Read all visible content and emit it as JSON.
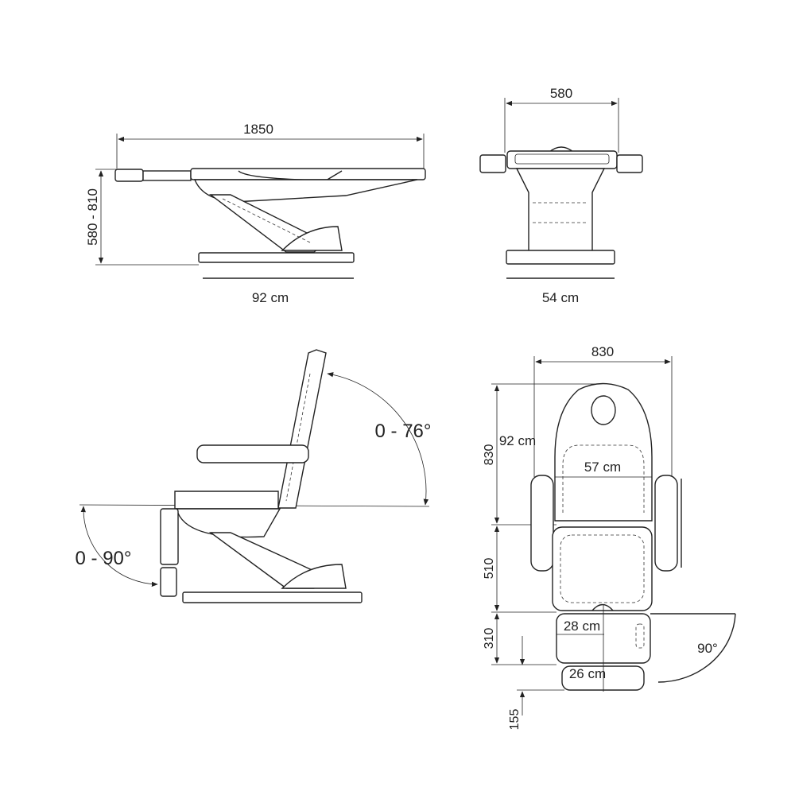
{
  "side_view": {
    "length_label": "1850",
    "height_label": "580 - 810",
    "base_label": "92 cm"
  },
  "front_view": {
    "width_label": "580",
    "base_label": "54 cm"
  },
  "chair_view": {
    "backrest_angle_label": "0 - 76°",
    "legrest_angle_label": "0 - 90°"
  },
  "top_view": {
    "total_width_label": "830",
    "backrest_length_label": "830",
    "backrest_span_label": "92 cm",
    "backrest_width_label": "57 cm",
    "seat_length_label": "510",
    "legrest_length_label": "310",
    "legrest_width_label": "28 cm",
    "footrest_length_label": "155",
    "footrest_width_label": "26 cm",
    "footrest_angle_label": "90°"
  }
}
